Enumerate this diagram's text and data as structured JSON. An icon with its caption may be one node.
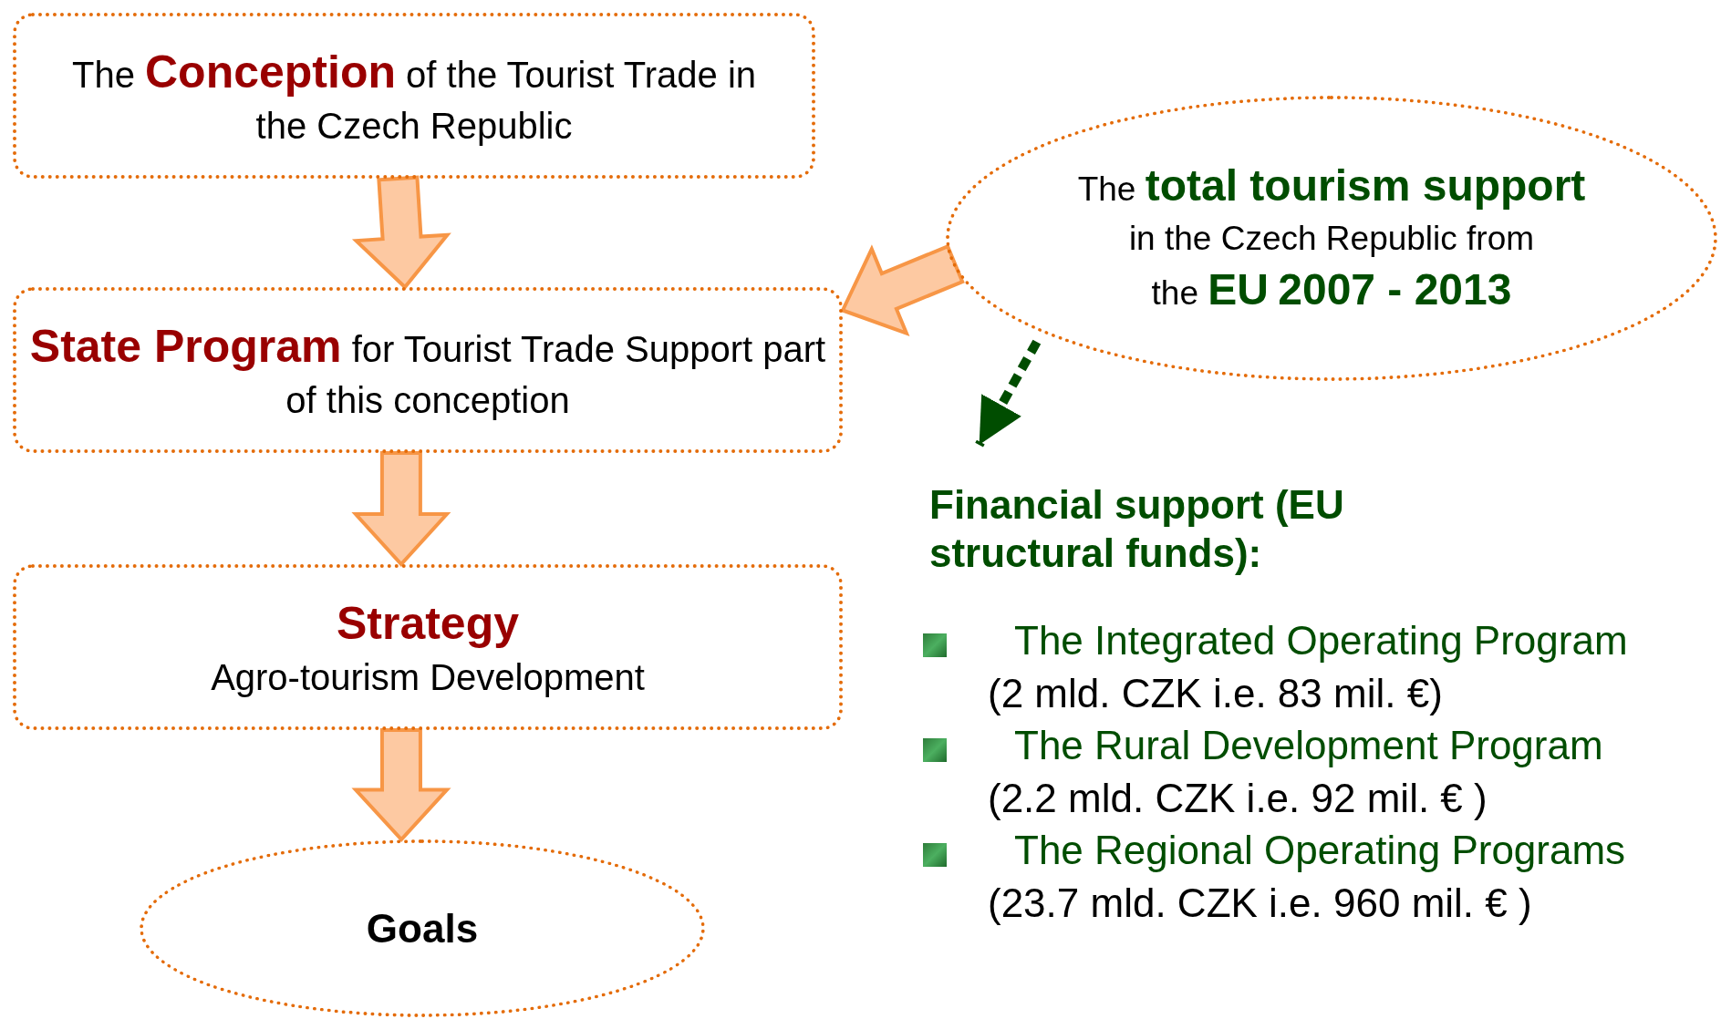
{
  "diagram": {
    "nodes": [
      {
        "text": [
          "The **Conception** of the Tourist Trade in the Czech Republic"
        ]
      },
      {
        "text": [
          "**State Program** for Tourist Trade Support part of this conception"
        ]
      },
      {
        "text": [
          "Strategy",
          "Agro-tourism Development"
        ]
      },
      {
        "text": [
          "Goals"
        ]
      },
      {
        "text": [
          "The **total tourism support** in the Czech Republic from the **EU** **2007 - 2013**"
        ]
      },
      {
        "text": [
          "Financial support (EU structural funds):"
        ]
      }
    ],
    "edges": [
      {
        "from": 0,
        "to": 1,
        "arrow": "to"
      },
      {
        "from": 1,
        "to": 2,
        "arrow": "to"
      },
      {
        "from": 2,
        "to": 3,
        "arrow": "to"
      },
      {
        "from": 4,
        "to": 1,
        "arrow": "to"
      },
      {
        "from": 4,
        "to": 5,
        "arrow": "to",
        "style": "dashed",
        "color": "#004d00"
      }
    ],
    "labels": [
      "The Integrated Operating Program",
      "(2 mld. CZK i.e. 83 mil. €)",
      "The Rural Development Program",
      "(2.2 mld. CZK i.e. 92 mil. € )",
      "The Regional Operating Programs",
      "(23.7 mld. CZK i.e. 960 mil. € )"
    ]
  }
}
